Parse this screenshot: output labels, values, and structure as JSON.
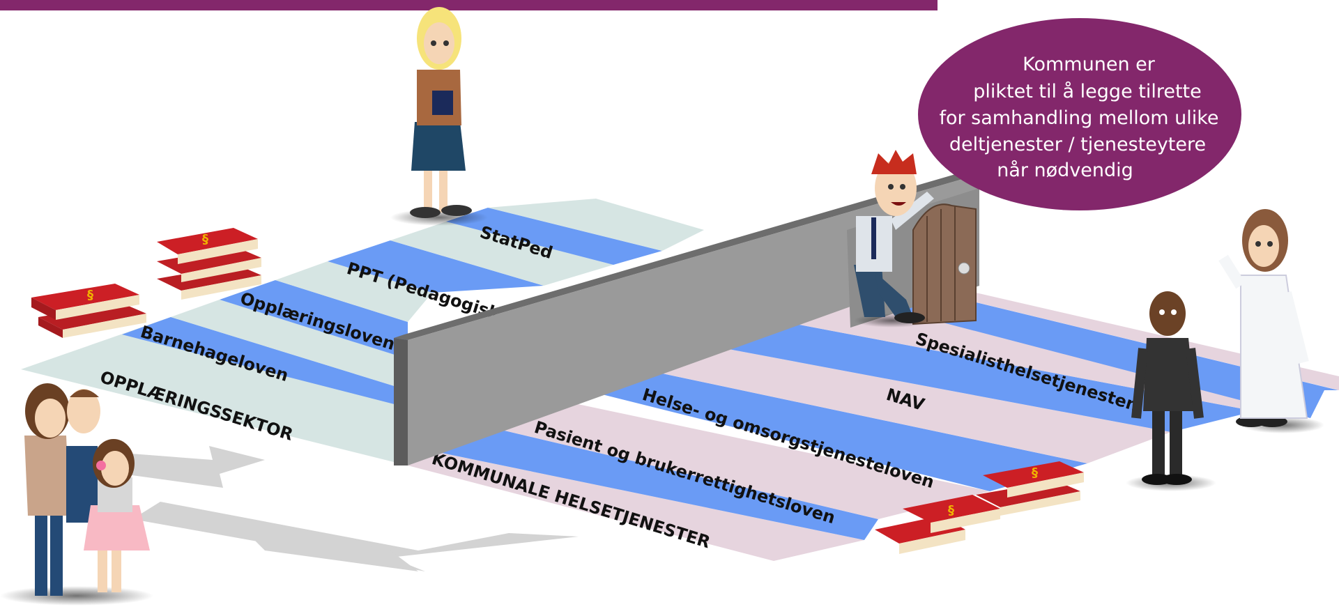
{
  "colors": {
    "header_bar": "#83276b",
    "speech_bubble": "#83276b",
    "lane_blue": "#6a9bf5",
    "lane_teal": "#d6e5e3",
    "lane_pink": "#e6d4de",
    "wall": "#8f8f8f",
    "book_red": "#cc1f25",
    "arrow_grey": "#d0d0d0"
  },
  "speech_bubble": {
    "lines": [
      "Kommunen er",
      "pliktet til å legge tilrette",
      "for samhandling mellom ulike",
      "deltjenester / tjenesteytere",
      "når nødvendig"
    ]
  },
  "left_sector": {
    "title": "OPPLÆRINGSSEKTOR",
    "lanes": [
      "Barnehageloven",
      "Opplæringsloven",
      "PPT (Pedagogisk",
      "StatPed"
    ]
  },
  "right_sector": {
    "title": "KOMMUNALE HELSETJENESTER",
    "lanes": [
      "Pasient og brukerrettighetsloven",
      "Helse- og omsorgstjenesteloven",
      "NAV",
      "Spesialisthelsetjenesten"
    ]
  },
  "icons": {
    "book": "law-book-icon",
    "wall": "wall-barrier",
    "door": "door-icon",
    "arrows": "path-arrows"
  }
}
